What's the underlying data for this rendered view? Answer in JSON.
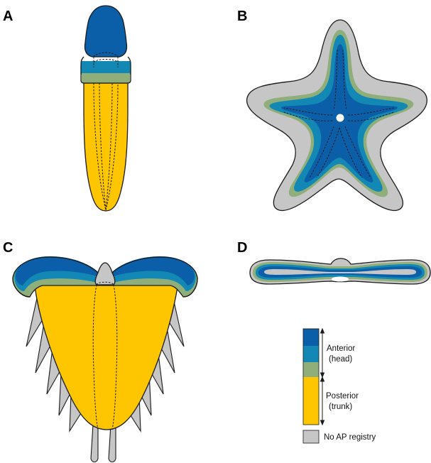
{
  "panels": {
    "a": "A",
    "b": "B",
    "c": "C",
    "d": "D"
  },
  "colors": {
    "anterior_dark": "#0b5ea8",
    "anterior_mid": "#1388b4",
    "anterior_green": "#8fae7a",
    "posterior_yellow": "#fdc600",
    "no_ap_grey": "#c6c6c6",
    "outline": "#1a1a1a"
  },
  "legend": {
    "anterior_line1": "Anterior",
    "anterior_line2": "(head)",
    "posterior_line1": "Posterior",
    "posterior_line2": "(trunk)",
    "no_ap": "No AP registry"
  }
}
